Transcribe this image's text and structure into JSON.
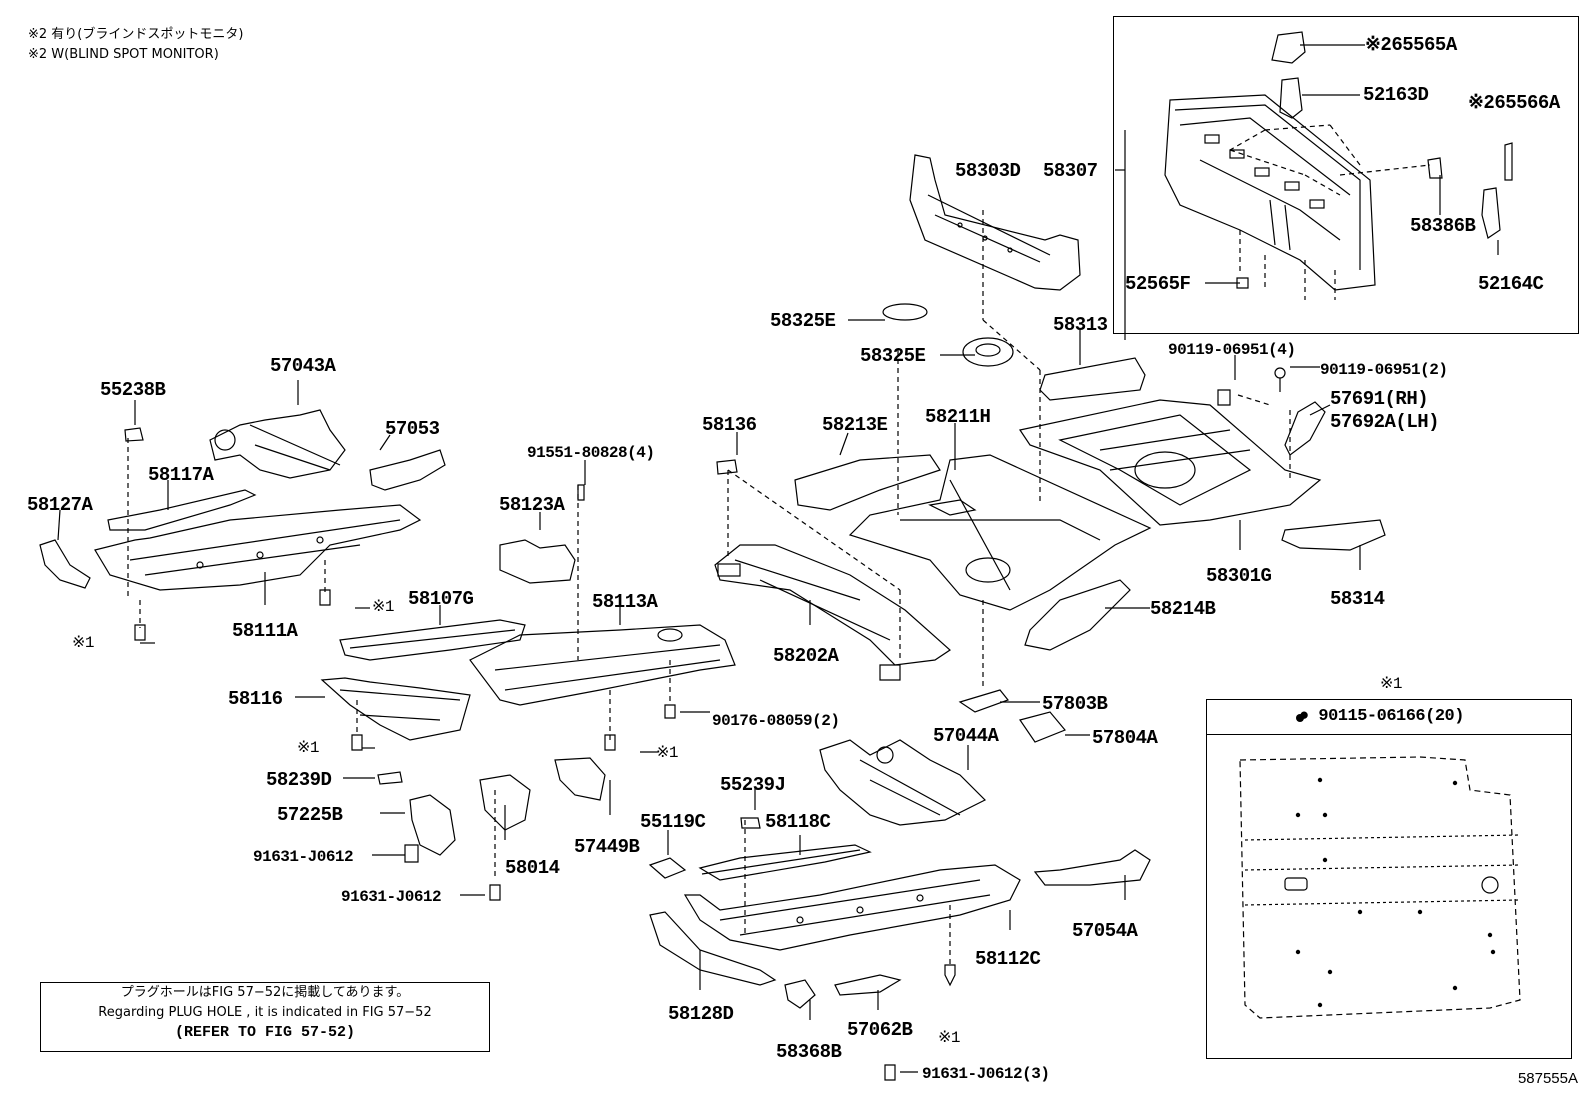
{
  "notes": {
    "line1": "※2 有り(ブラインドスポットモニタ)",
    "line2": "※2 W(BLIND SPOT MONITOR)"
  },
  "figure_id": "587555A",
  "reference_box": {
    "line1": "プラグホールはFIG 57−52に掲載してあります。",
    "line2": "Regarding PLUG HOLE , it is indicated in FIG 57−52",
    "line3": "(REFER TO FIG 57-52)"
  },
  "inset1": {
    "title": "※1",
    "part": "● 90115-06166(20)"
  },
  "labels": {
    "p65565A": "※265565A",
    "p52163D": "52163D",
    "p65566A": "※265566A",
    "p58303D": "58303D",
    "p58307": "58307",
    "p58386B": "58386B",
    "p52565F": "52565F",
    "p52164C": "52164C",
    "p58325E_1": "58325E",
    "p58313": "58313",
    "p58325E_2": "58325E",
    "p90119a": "90119-06951(4)",
    "p90119b": "90119-06951(2)",
    "p57691": "57691(RH)",
    "p57692A": "57692A(LH)",
    "p55238B": "55238B",
    "p57043A": "57043A",
    "p57053": "57053",
    "p58117A": "58117A",
    "p58127A": "58127A",
    "p58136": "58136",
    "p58213E": "58213E",
    "p58211H": "58211H",
    "p91551": "91551-80828(4)",
    "p58123A": "58123A",
    "p58301G": "58301G",
    "p58314": "58314",
    "p58107G": "58107G",
    "p58113A": "58113A",
    "p58214B": "58214B",
    "p58111A": "58111A",
    "p58202A": "58202A",
    "p58116": "58116",
    "p90176": "90176-08059(2)",
    "p57803B": "57803B",
    "p57044A": "57044A",
    "p57804A": "57804A",
    "p58239D": "58239D",
    "p55239J": "55239J",
    "p57225B": "57225B",
    "p55119C": "55119C",
    "p58118C": "58118C",
    "p58014": "58014",
    "p57449B": "57449B",
    "p91631a": "91631-J0612",
    "p91631b": "91631-J0612",
    "p57054A": "57054A",
    "p58112C": "58112C",
    "p58128D": "58128D",
    "p58368B": "58368B",
    "p57062B": "57062B",
    "p91631c": "91631-J0612(3)",
    "mark1a": "※1",
    "mark1b": "※1",
    "mark1c": "※1",
    "mark1d": "※1",
    "mark1e": "※1"
  }
}
